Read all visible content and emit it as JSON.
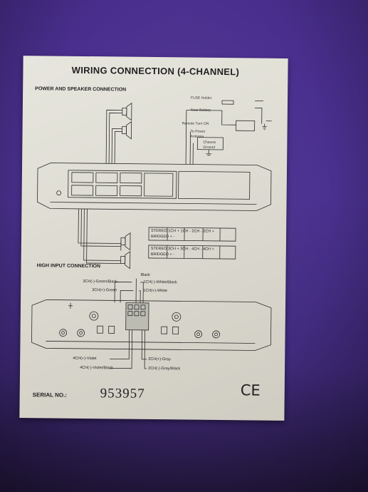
{
  "card": {
    "title": "WIRING CONNECTION (4-CHANNEL)",
    "power_section_label": "POWER AND SPEAKER CONNECTION",
    "fuse_holder": "FUSE Holder",
    "near_battery": "Near Battery",
    "remote_turn_on": "Remote Turn ON",
    "to_power_antenna": "To Power",
    "antenna": "Antenna",
    "chassis": "Chassis",
    "ground": "Ground",
    "stereo_row_1": "STEREO  1CH +  1CH -   2CH -  2CH +",
    "bridged_row_1": "BRIDGED       +               -",
    "stereo_row_2": "STEREO  3CH + 3CH -   4CH -  4CH +",
    "bridged_row_2": "BRIDGED       +               -",
    "high_input_label": "HIGH INPUT CONNECTION",
    "black": "Black",
    "ch3_neg": "3CH(-)-Green/Black",
    "ch3_pos": "3CH(+)-Green",
    "ch1_neg": "1CH(-)-White/Black",
    "ch1_pos": "1CH(+)-White",
    "ch4_pos": "4CH(+)-Violet",
    "ch4_neg": "4CH(-)-Violet/Black",
    "ch2_pos": "2CH(+)-Gray",
    "ch2_neg": "2CH(-)-Gray/Black",
    "serial_label": "SERIAL NO.:",
    "serial_value": "953957",
    "ce_mark": "CE"
  }
}
